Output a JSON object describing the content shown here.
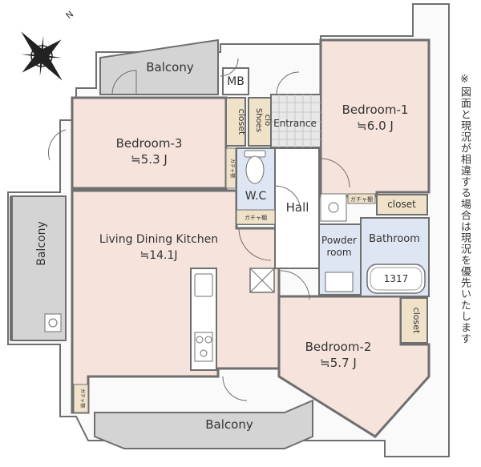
{
  "compass": {
    "north_label": "N"
  },
  "rooms": {
    "balcony_top": "Balcony",
    "balcony_left": "Balcony",
    "balcony_bottom": "Balcony",
    "mb": "MB",
    "bedroom3": {
      "name": "Bedroom-3",
      "size": "≒5.3 J"
    },
    "bedroom1": {
      "name": "Bedroom-1",
      "size": "≒6.0 J"
    },
    "bedroom2": {
      "name": "Bedroom-2",
      "size": "≒5.7 J"
    },
    "ldk": {
      "name": "Living Dining Kitchen",
      "size": "≒14.1J"
    },
    "closet_b3": "closet",
    "shoes_clo_1": "Shoes",
    "shoes_clo_2": "clo",
    "entrance": "Entrance",
    "wc": "W.C",
    "hall": "Hall",
    "closet_b1": "closet",
    "powder_1": "Powder",
    "powder_2": "room",
    "bathroom": "Bathroom",
    "bath_size": "1317",
    "closet_b2": "closet",
    "gacha_1": "ガチャ棚",
    "gacha_2": "ガチャ棚",
    "gacha_3": "ガチャ棚",
    "gacha_4": "ガチャ棚"
  },
  "note": "※図面と現況が相違する場合は現況を優先いたします",
  "colors": {
    "room": "#f6e3dc",
    "wet": "#dfe6f3",
    "closet": "#efe2c9",
    "balcony": "#d4d4d4",
    "wall": "#6f6f6f"
  }
}
